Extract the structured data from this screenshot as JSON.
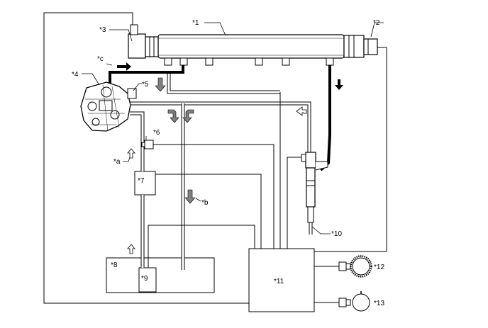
{
  "labels": {
    "c1": "*1",
    "c2": "*2",
    "c3": "*3",
    "c4": "*4",
    "c5": "*5",
    "c6": "*6",
    "c7": "*7",
    "c8": "*8",
    "c9": "*9",
    "c10": "*10",
    "c11": "*11",
    "c12": "*12",
    "c13": "*13",
    "a": "*a",
    "b": "*b",
    "c": "*c"
  },
  "colors": {
    "line": "#000000",
    "arrow_fill": "#808080",
    "background": "#ffffff"
  }
}
